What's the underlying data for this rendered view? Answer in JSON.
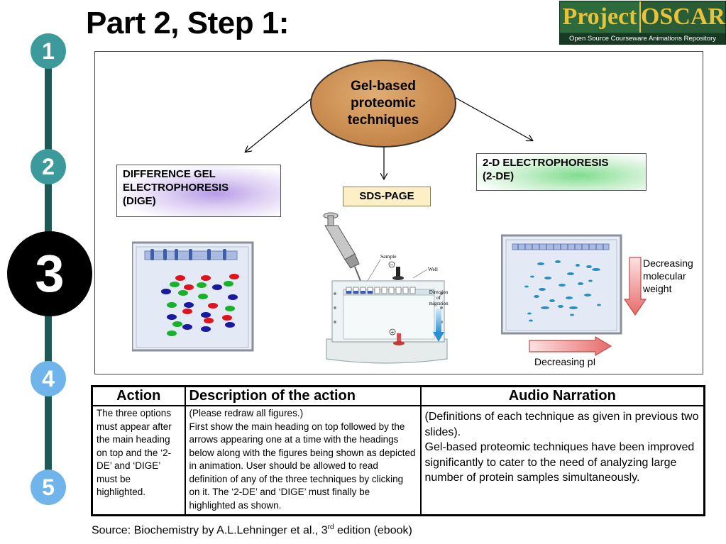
{
  "title": "Part 2, Step 1:",
  "logo": {
    "left": "Project",
    "right": "OSCAR",
    "tagline": "Open Source Courseware Animations Repository"
  },
  "steps": [
    "1",
    "2",
    "3",
    "4",
    "5"
  ],
  "diagram": {
    "root": [
      "Gel-based",
      "proteomic",
      "techniques"
    ],
    "dige": [
      "DIFFERENCE GEL",
      "ELECTROPHORESIS",
      "(DIGE)"
    ],
    "sds": "SDS-PAGE",
    "tde": [
      "2-D ELECTROPHORESIS",
      "(2-DE)"
    ],
    "sds_labels": {
      "sample": "Sample",
      "well": "Well",
      "direction": [
        "Direction",
        "of",
        "migration"
      ],
      "minus": "−",
      "plus": "+"
    },
    "tde_labels": {
      "mw": [
        "Decreasing",
        "molecular",
        "weight"
      ],
      "pi": "Decreasing pI"
    }
  },
  "table": {
    "headers": [
      "Action",
      "Description of the action",
      "Audio Narration"
    ],
    "action": "The three options must appear after the main heading on top and the ‘2-DE’ and ‘DIGE’ must be highlighted.",
    "description": [
      "(Please redraw all figures.)",
      "First show the main heading on top followed by the arrows appearing one at a time with the headings below along with the figures being shown as depicted in animation. User should be allowed to read definition of any of the three techniques by clicking on it. The ‘2-DE’ and ‘DIGE’ must finally be highlighted as shown."
    ],
    "narration": [
      "(Definitions of each technique as given in previous two slides).",
      "Gel-based proteomic techniques have been improved significantly to cater to the need of analyzing large number of protein samples simultaneously."
    ]
  },
  "source": {
    "before": "Source: Biochemistry by A.L.Lehninger et al., 3",
    "sup": "rd",
    "after": " edition (ebook)"
  },
  "colors": {
    "timeline": "#1d5957",
    "step_teal": "#3d9a9a",
    "step_light": "#6fb4ea",
    "oval": "#c98a4e",
    "sds_box": "#fdf0c6",
    "red_spot": "#e0141e",
    "green_spot": "#17b22a",
    "blue_spot": "#1a1aa0"
  }
}
